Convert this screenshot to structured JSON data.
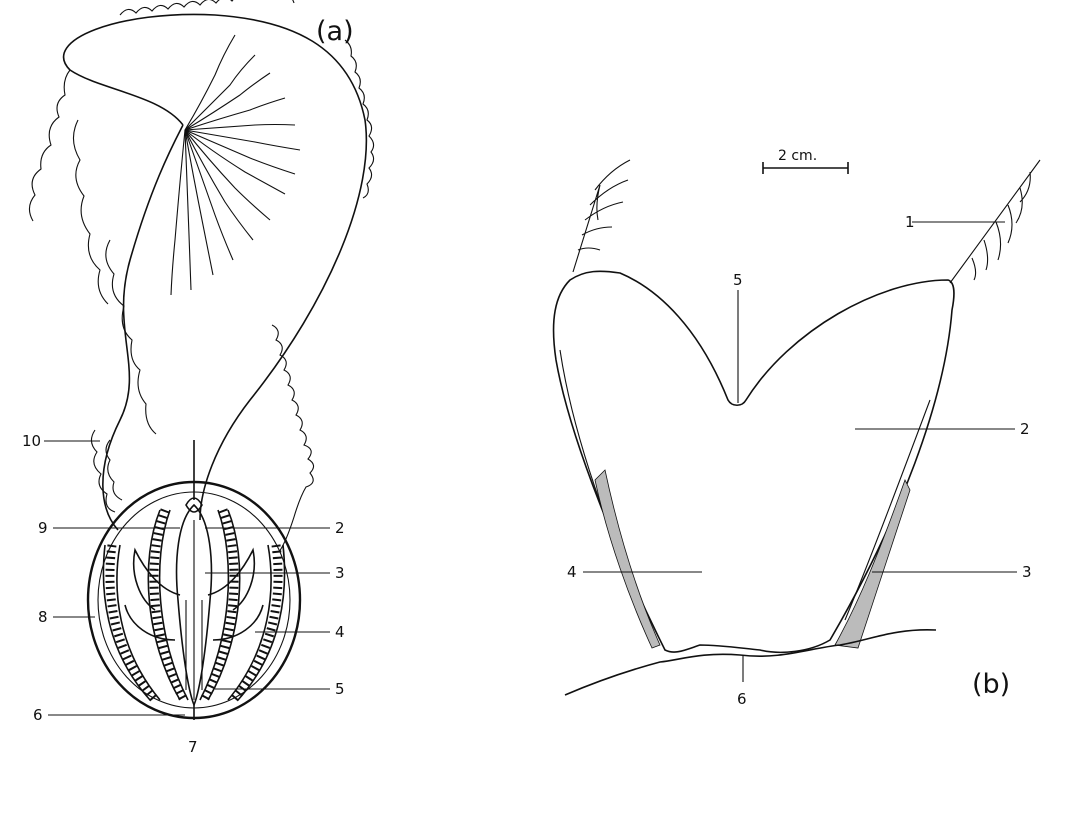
{
  "figure": {
    "panel_a": {
      "panel_label": "(a)",
      "labels": {
        "l10": "10",
        "l9": "9",
        "l8": "8",
        "l6": "6",
        "l7": "7",
        "l2": "2",
        "l3": "3",
        "l4": "4",
        "l5": "5"
      }
    },
    "panel_b": {
      "panel_label": "(b)",
      "scale_bar": "2 cm.",
      "labels": {
        "l1": "1",
        "l5": "5",
        "l2": "2",
        "l4": "4",
        "l3": "3",
        "l6": "6"
      }
    }
  }
}
